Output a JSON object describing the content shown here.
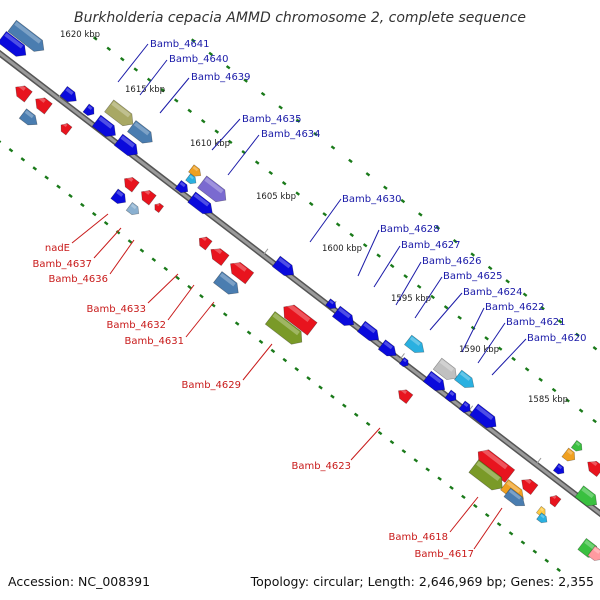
{
  "title": "Burkholderia cepacia AMMD chromosome 2, complete sequence",
  "footer": {
    "accession": "Accession: NC_008391",
    "topology": "Topology: circular; Length: 2,646,969 bp; Genes: 2,355"
  },
  "ticks": [
    "1620 kbp",
    "1615 kbp",
    "1610 kbp",
    "1605 kbp",
    "1600 kbp",
    "1595 kbp",
    "1590 kbp",
    "1585 kbp"
  ],
  "labels_top": [
    "Bamb_4641",
    "Bamb_4640",
    "Bamb_4639",
    "Bamb_4635",
    "Bamb_4634",
    "Bamb_4630",
    "Bamb_4628",
    "Bamb_4627",
    "Bamb_4626",
    "Bamb_4625",
    "Bamb_4624",
    "Bamb_4622",
    "Bamb_4621",
    "Bamb_4620"
  ],
  "labels_bottom": [
    "nadE",
    "Bamb_4637",
    "Bamb_4636",
    "Bamb_4633",
    "Bamb_4632",
    "Bamb_4631",
    "Bamb_4629",
    "Bamb_4623",
    "Bamb_4618",
    "Bamb_4617"
  ],
  "colors": {
    "backbone": "#808080",
    "forward_gene": "#0a0adc",
    "reverse_gene": "#e8141e",
    "dots": "#1a7a1a",
    "label_top": "#1a1aa8",
    "label_bottom": "#c81a1a"
  }
}
